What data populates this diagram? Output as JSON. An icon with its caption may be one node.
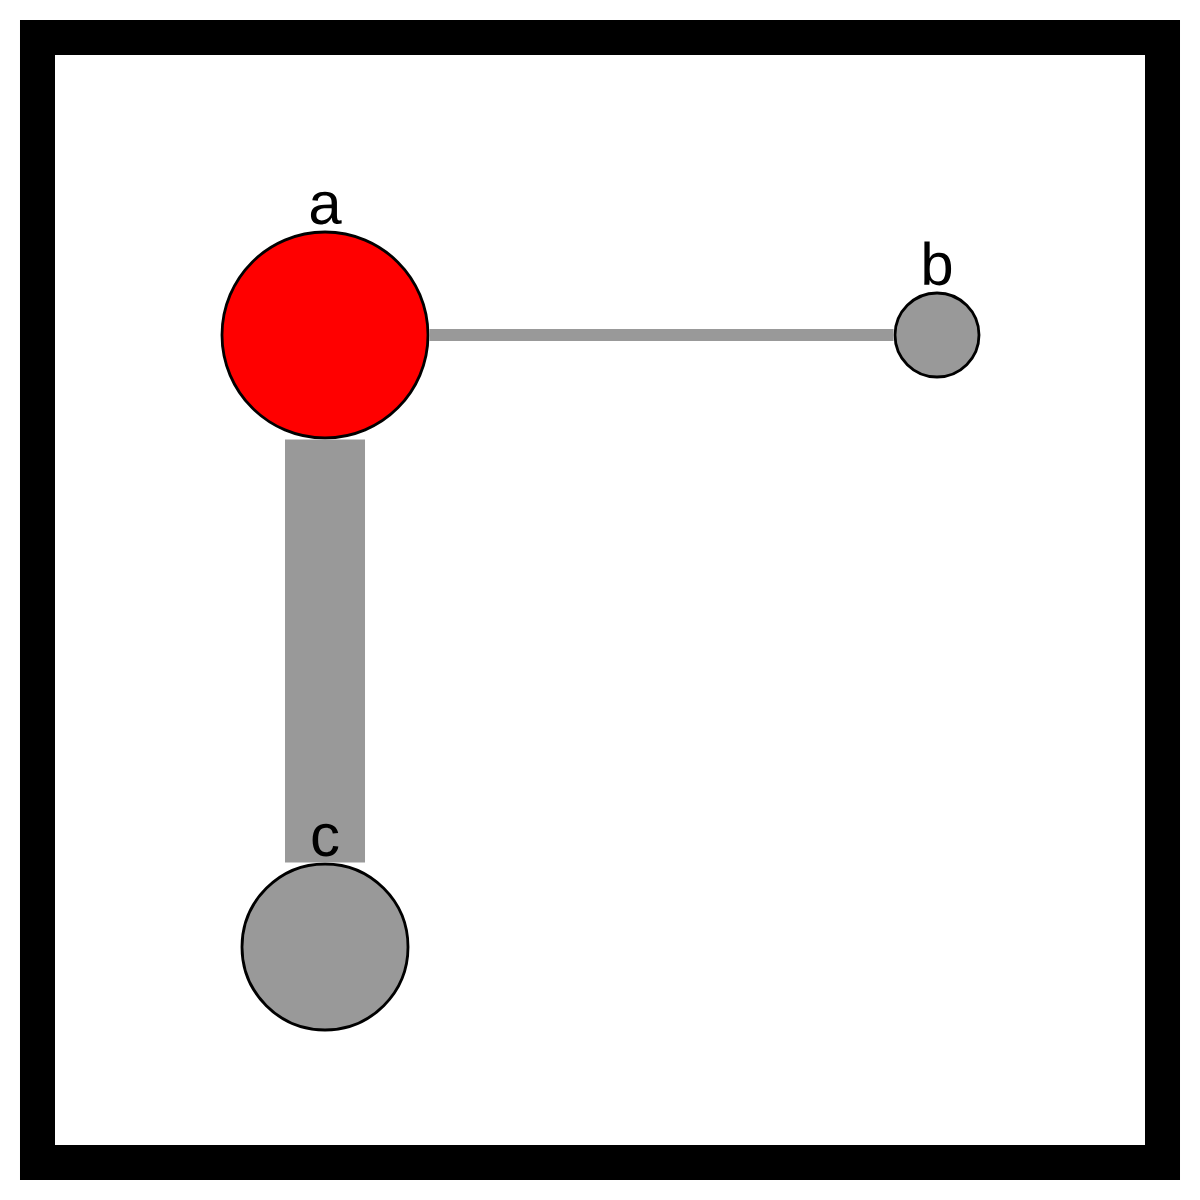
{
  "diagram": {
    "nodes": [
      {
        "text": [
          "a"
        ]
      },
      {
        "text": [
          "b"
        ]
      },
      {
        "text": [
          "c"
        ]
      }
    ],
    "edges": [
      {
        "from": 0,
        "to": 1,
        "arrow": "none"
      },
      {
        "from": 0,
        "to": 2,
        "arrow": "none",
        "style": "thick"
      }
    ]
  }
}
